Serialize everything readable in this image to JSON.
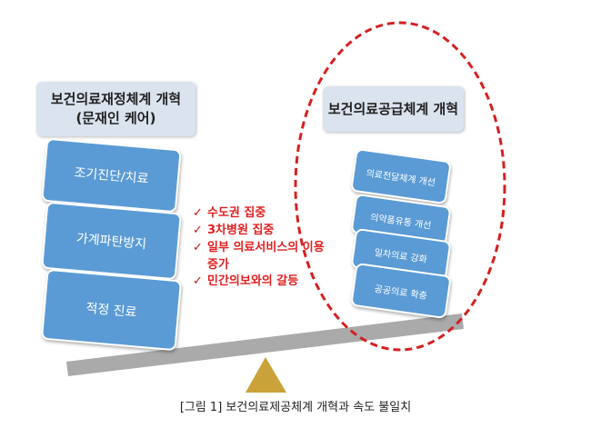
{
  "left_header": {
    "line1": "보건의료재정체계 개혁",
    "line2": "(문재인 케어)"
  },
  "right_header": "보건의료공급체계 개혁",
  "left_blocks": [
    "조기진단/치료",
    "가계파탄방지",
    "적정 진료"
  ],
  "right_blocks": [
    "의료전달체계 개선",
    "의약품유통 개선",
    "일차의료 강화",
    "공공의료 확충"
  ],
  "issues": [
    "수도권 집중",
    "3차병원 집중",
    "일부 의료서비스의 이용 증가",
    "민간의보와의 갈등"
  ],
  "caption": "[그림 1] 보건의료제공체계 개혁과 속도 불일치",
  "colors": {
    "block": "#5b9bd5",
    "header": "#dbe3ef",
    "issue": "#e02020",
    "fulcrum": "#c9a33a",
    "beam": "#aaaaaa",
    "ellipse": "#d42020"
  }
}
